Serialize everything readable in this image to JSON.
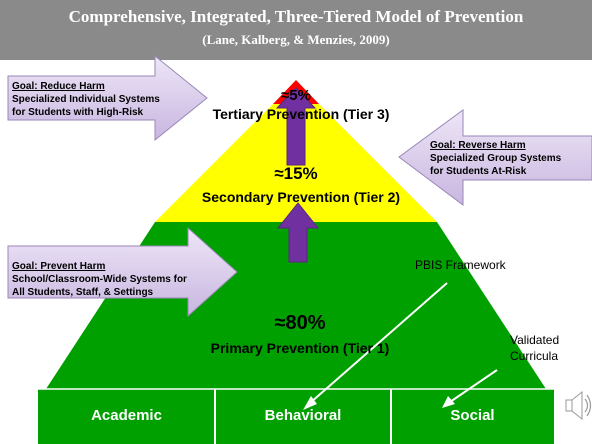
{
  "title": "Comprehensive, Integrated, Three-Tiered  Model of Prevention",
  "subtitle": "(Lane, Kalberg, & Menzies, 2009)",
  "tiers": {
    "tertiary": {
      "percent": "≈5%",
      "label": "Tertiary Prevention  (Tier 3)",
      "color": "#ff0000"
    },
    "secondary": {
      "percent": "≈15%",
      "label": "Secondary Prevention (Tier 2)",
      "color": "#ffff00"
    },
    "primary": {
      "percent": "≈80%",
      "label": "Primary Prevention (Tier 1)",
      "color": "#00a000"
    }
  },
  "goals": {
    "reduce": {
      "heading": "Goal: Reduce Harm",
      "line1": "Specialized Individual Systems",
      "line2": "for Students with High-Risk"
    },
    "reverse": {
      "heading": "Goal: Reverse Harm",
      "line1": "Specialized Group Systems",
      "line2": "for Students At-Risk"
    },
    "prevent": {
      "heading": "Goal: Prevent Harm",
      "line1": "School/Classroom-Wide Systems for",
      "line2": "All Students, Staff, & Settings"
    }
  },
  "labels": {
    "pbis": "PBIS Framework",
    "validated_1": "Validated",
    "validated_2": "Curricula"
  },
  "base_bars": [
    "Academic",
    "Behavioral",
    "Social"
  ],
  "icons": [
    "speaker-icon"
  ],
  "colors": {
    "header": "#8a8a8a",
    "arrow_fill": "#7030a0",
    "callout_fill": "#ddd0ee"
  }
}
